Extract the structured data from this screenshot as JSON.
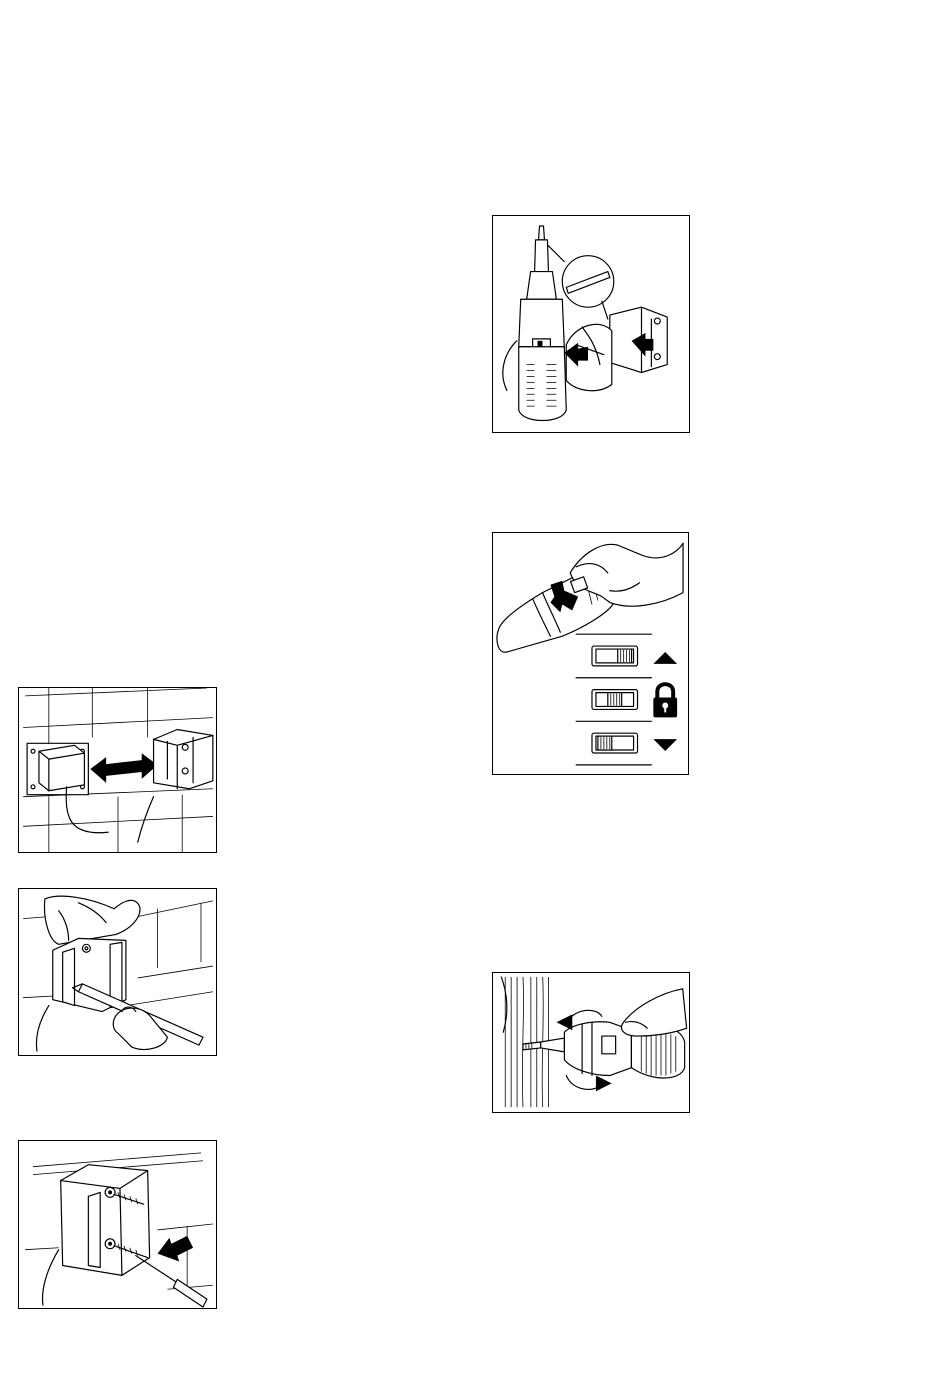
{
  "figures": [
    {
      "id": "fig-charger-to-wall-holder",
      "icon": "charger-to-wall-holder-illustration"
    },
    {
      "id": "fig-mark-holes",
      "icon": "pencil-marking-illustration"
    },
    {
      "id": "fig-screw-holder",
      "icon": "screw-mounting-illustration"
    },
    {
      "id": "fig-insert-bit-into-holder",
      "icon": "bit-insertion-illustration"
    },
    {
      "id": "fig-direction-switch",
      "icon": "direction-switch-illustration",
      "switch_positions": [
        {
          "name": "forward",
          "icon": "triangle-up-icon"
        },
        {
          "name": "locked",
          "icon": "padlock-icon"
        },
        {
          "name": "reverse",
          "icon": "triangle-down-icon"
        }
      ]
    },
    {
      "id": "fig-screwdriving",
      "icon": "screwdriving-illustration"
    }
  ]
}
